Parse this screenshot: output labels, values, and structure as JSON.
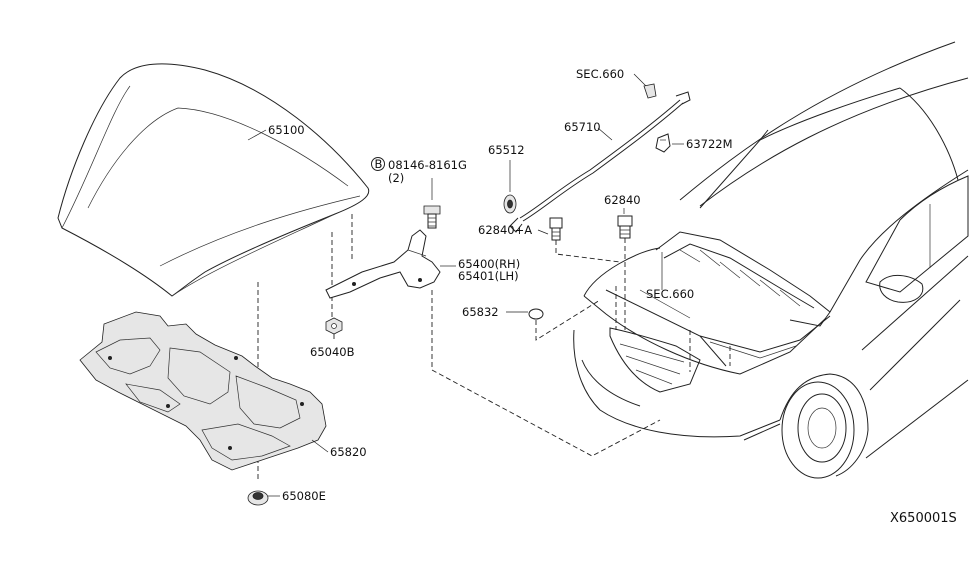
{
  "labels": {
    "hood": "65100",
    "bolt": "08146-8161G",
    "bolt_symbol": "B",
    "bolt_qty": "(2)",
    "hinge_rh": "65400(RH)",
    "hinge_lh": "65401(LH)",
    "nut": "65040B",
    "insulator": "65820",
    "clip": "65080E",
    "stay_rod": "65710",
    "sec660_top": "SEC.660",
    "sec660_bottom": "SEC.660",
    "clip_63722m": "63722M",
    "holder": "65512",
    "bumper_a": "62840+A",
    "bumper": "62840",
    "seal": "65832"
  },
  "diagram_code": "X650001S"
}
